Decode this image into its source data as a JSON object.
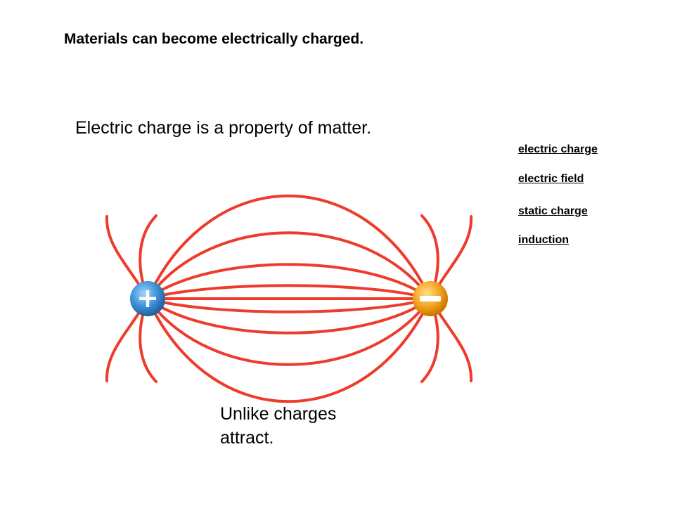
{
  "slide": {
    "heading": "Materials can become electrically charged.",
    "subtitle": "Electric charge is a property of matter.",
    "caption_lines": [
      "Unlike charges",
      "attract."
    ]
  },
  "vocabulary": [
    "electric charge",
    "electric field",
    "static charge",
    "induction"
  ],
  "diagram": {
    "positive_charge": {
      "symbol": "+",
      "color": "#3a8fd6"
    },
    "negative_charge": {
      "symbol": "−",
      "color": "#f4a21c"
    },
    "field_line_color": "#ee3b2b"
  }
}
